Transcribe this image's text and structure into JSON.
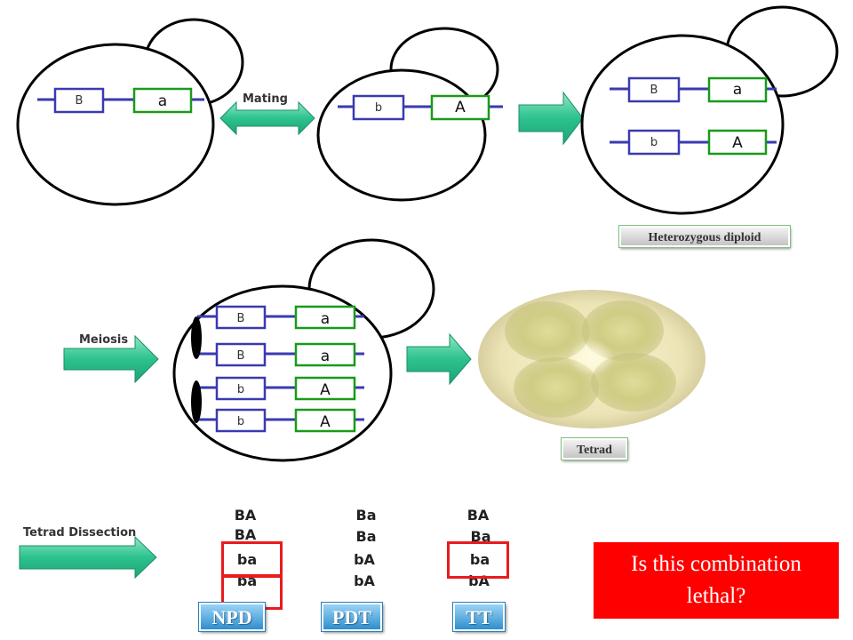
{
  "labels": {
    "mating": "Mating",
    "meiosis": "Meiosis",
    "tetrad_dissection": "Tetrad Dissection",
    "heterozygous_diploid": "Heterozygous diploid",
    "tetrad": "Tetrad"
  },
  "cell1": {
    "b_gene": "B",
    "a_gene": "a"
  },
  "cell2": {
    "b_gene": "b",
    "a_gene": "A"
  },
  "diploid": {
    "chr1_b": "B",
    "chr1_a": "a",
    "chr2_b": "b",
    "chr2_a": "A"
  },
  "meiosis_cell": {
    "c1_b": "B",
    "c1_a": "a",
    "c2_b": "B",
    "c2_a": "a",
    "c3_b": "b",
    "c3_a": "A",
    "c4_b": "b",
    "c4_a": "A"
  },
  "tetrad_types": [
    {
      "name": "NPD",
      "spores": [
        "BA",
        "BA",
        "ba",
        "ba"
      ]
    },
    {
      "name": "PDT",
      "spores": [
        "Ba",
        "Ba",
        "bA",
        "bA"
      ]
    },
    {
      "name": "TT",
      "spores": [
        "BA",
        "Ba",
        "ba",
        "bA"
      ]
    }
  ],
  "question": {
    "line1": "Is this combination",
    "line2": "lethal?"
  },
  "colors": {
    "b_gene_box": "#3a3ab0",
    "a_gene_box": "#1a9a1a",
    "arrow": "#2cc28e",
    "question_bg": "#ff0000",
    "highlight": "#e81c1c"
  }
}
